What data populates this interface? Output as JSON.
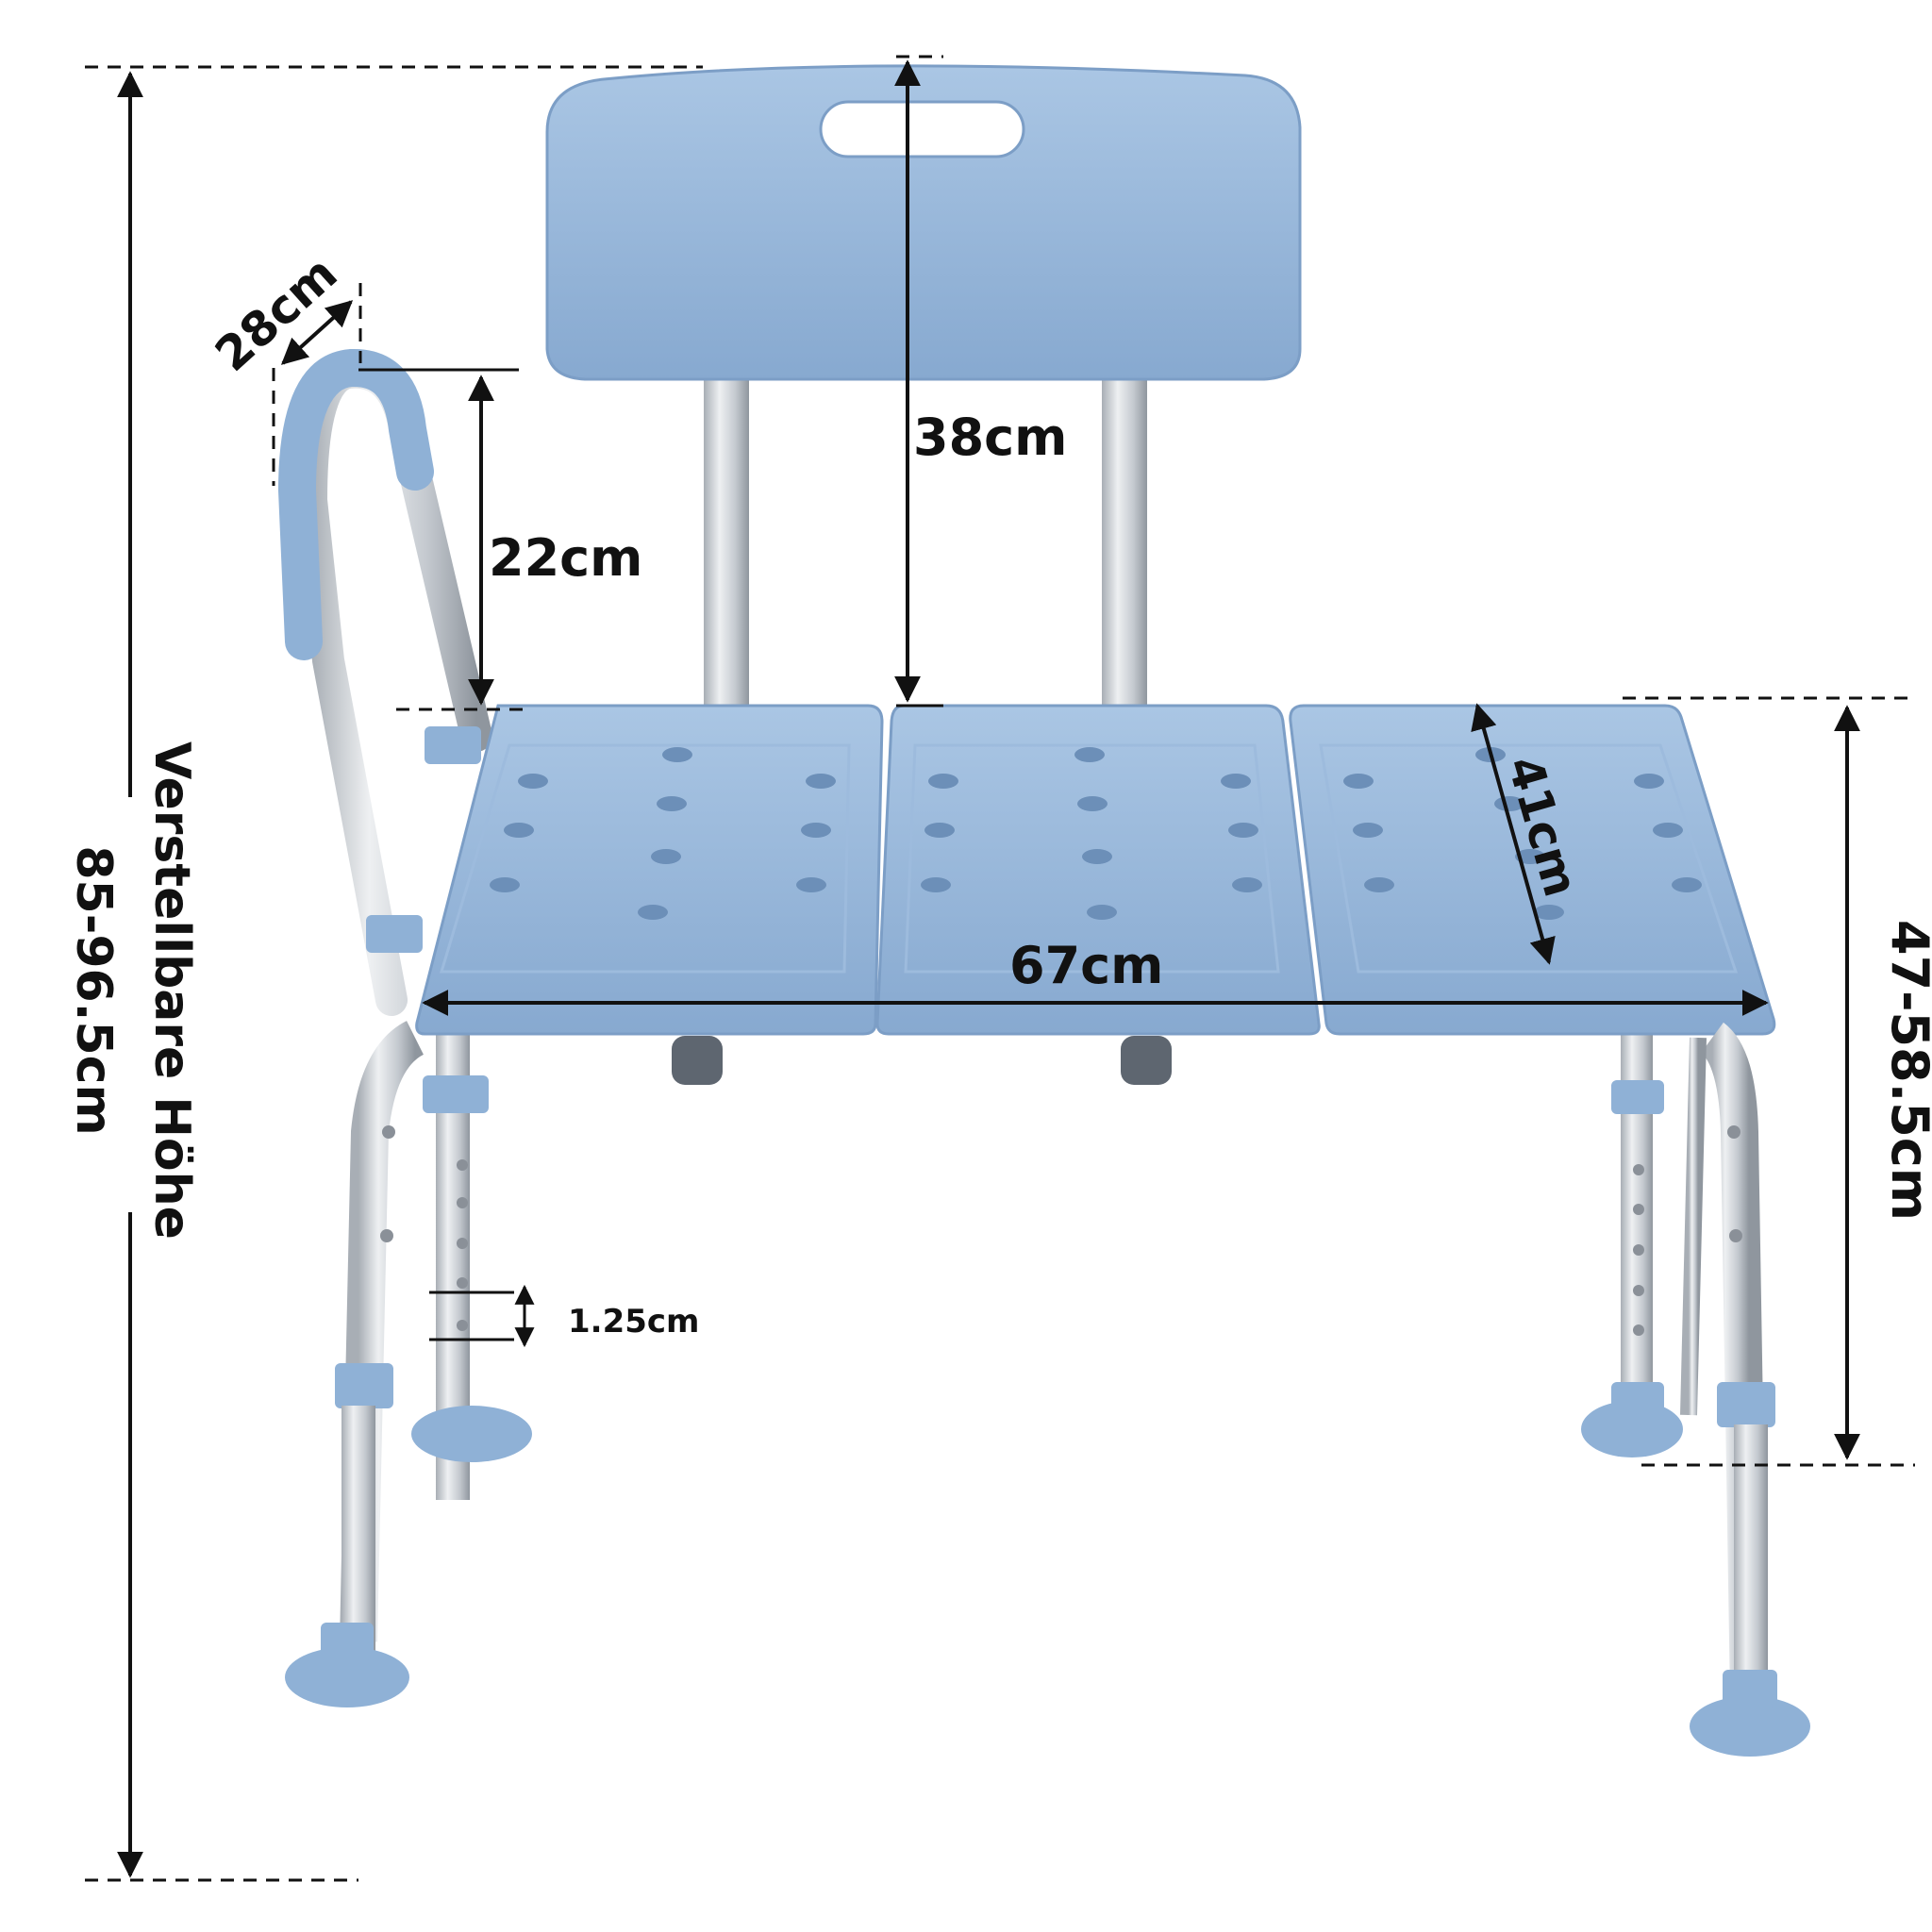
{
  "labels": {
    "backrest_height": "38cm",
    "armrest_height": "22cm",
    "armrest_depth": "28cm",
    "seat_width": "67cm",
    "seat_depth": "41cm",
    "hole_spacing": "1.25cm",
    "seat_height_range": "47-58.5cm",
    "total_height_title": "Verstellbare Höhe",
    "total_height_range": "85-96.5cm"
  },
  "colors": {
    "plastic": "#8fb1d6",
    "plastic_light": "#a9c5e3",
    "plastic_dark": "#6f93bb",
    "metal": "#cfd3d8",
    "metal_dark": "#9aa1a9",
    "hole": "#6c8fb8",
    "ink": "#111111"
  },
  "icons": {
    "dimension_arrow": "double-headed-arrow",
    "guide_line": "dashed-line"
  }
}
